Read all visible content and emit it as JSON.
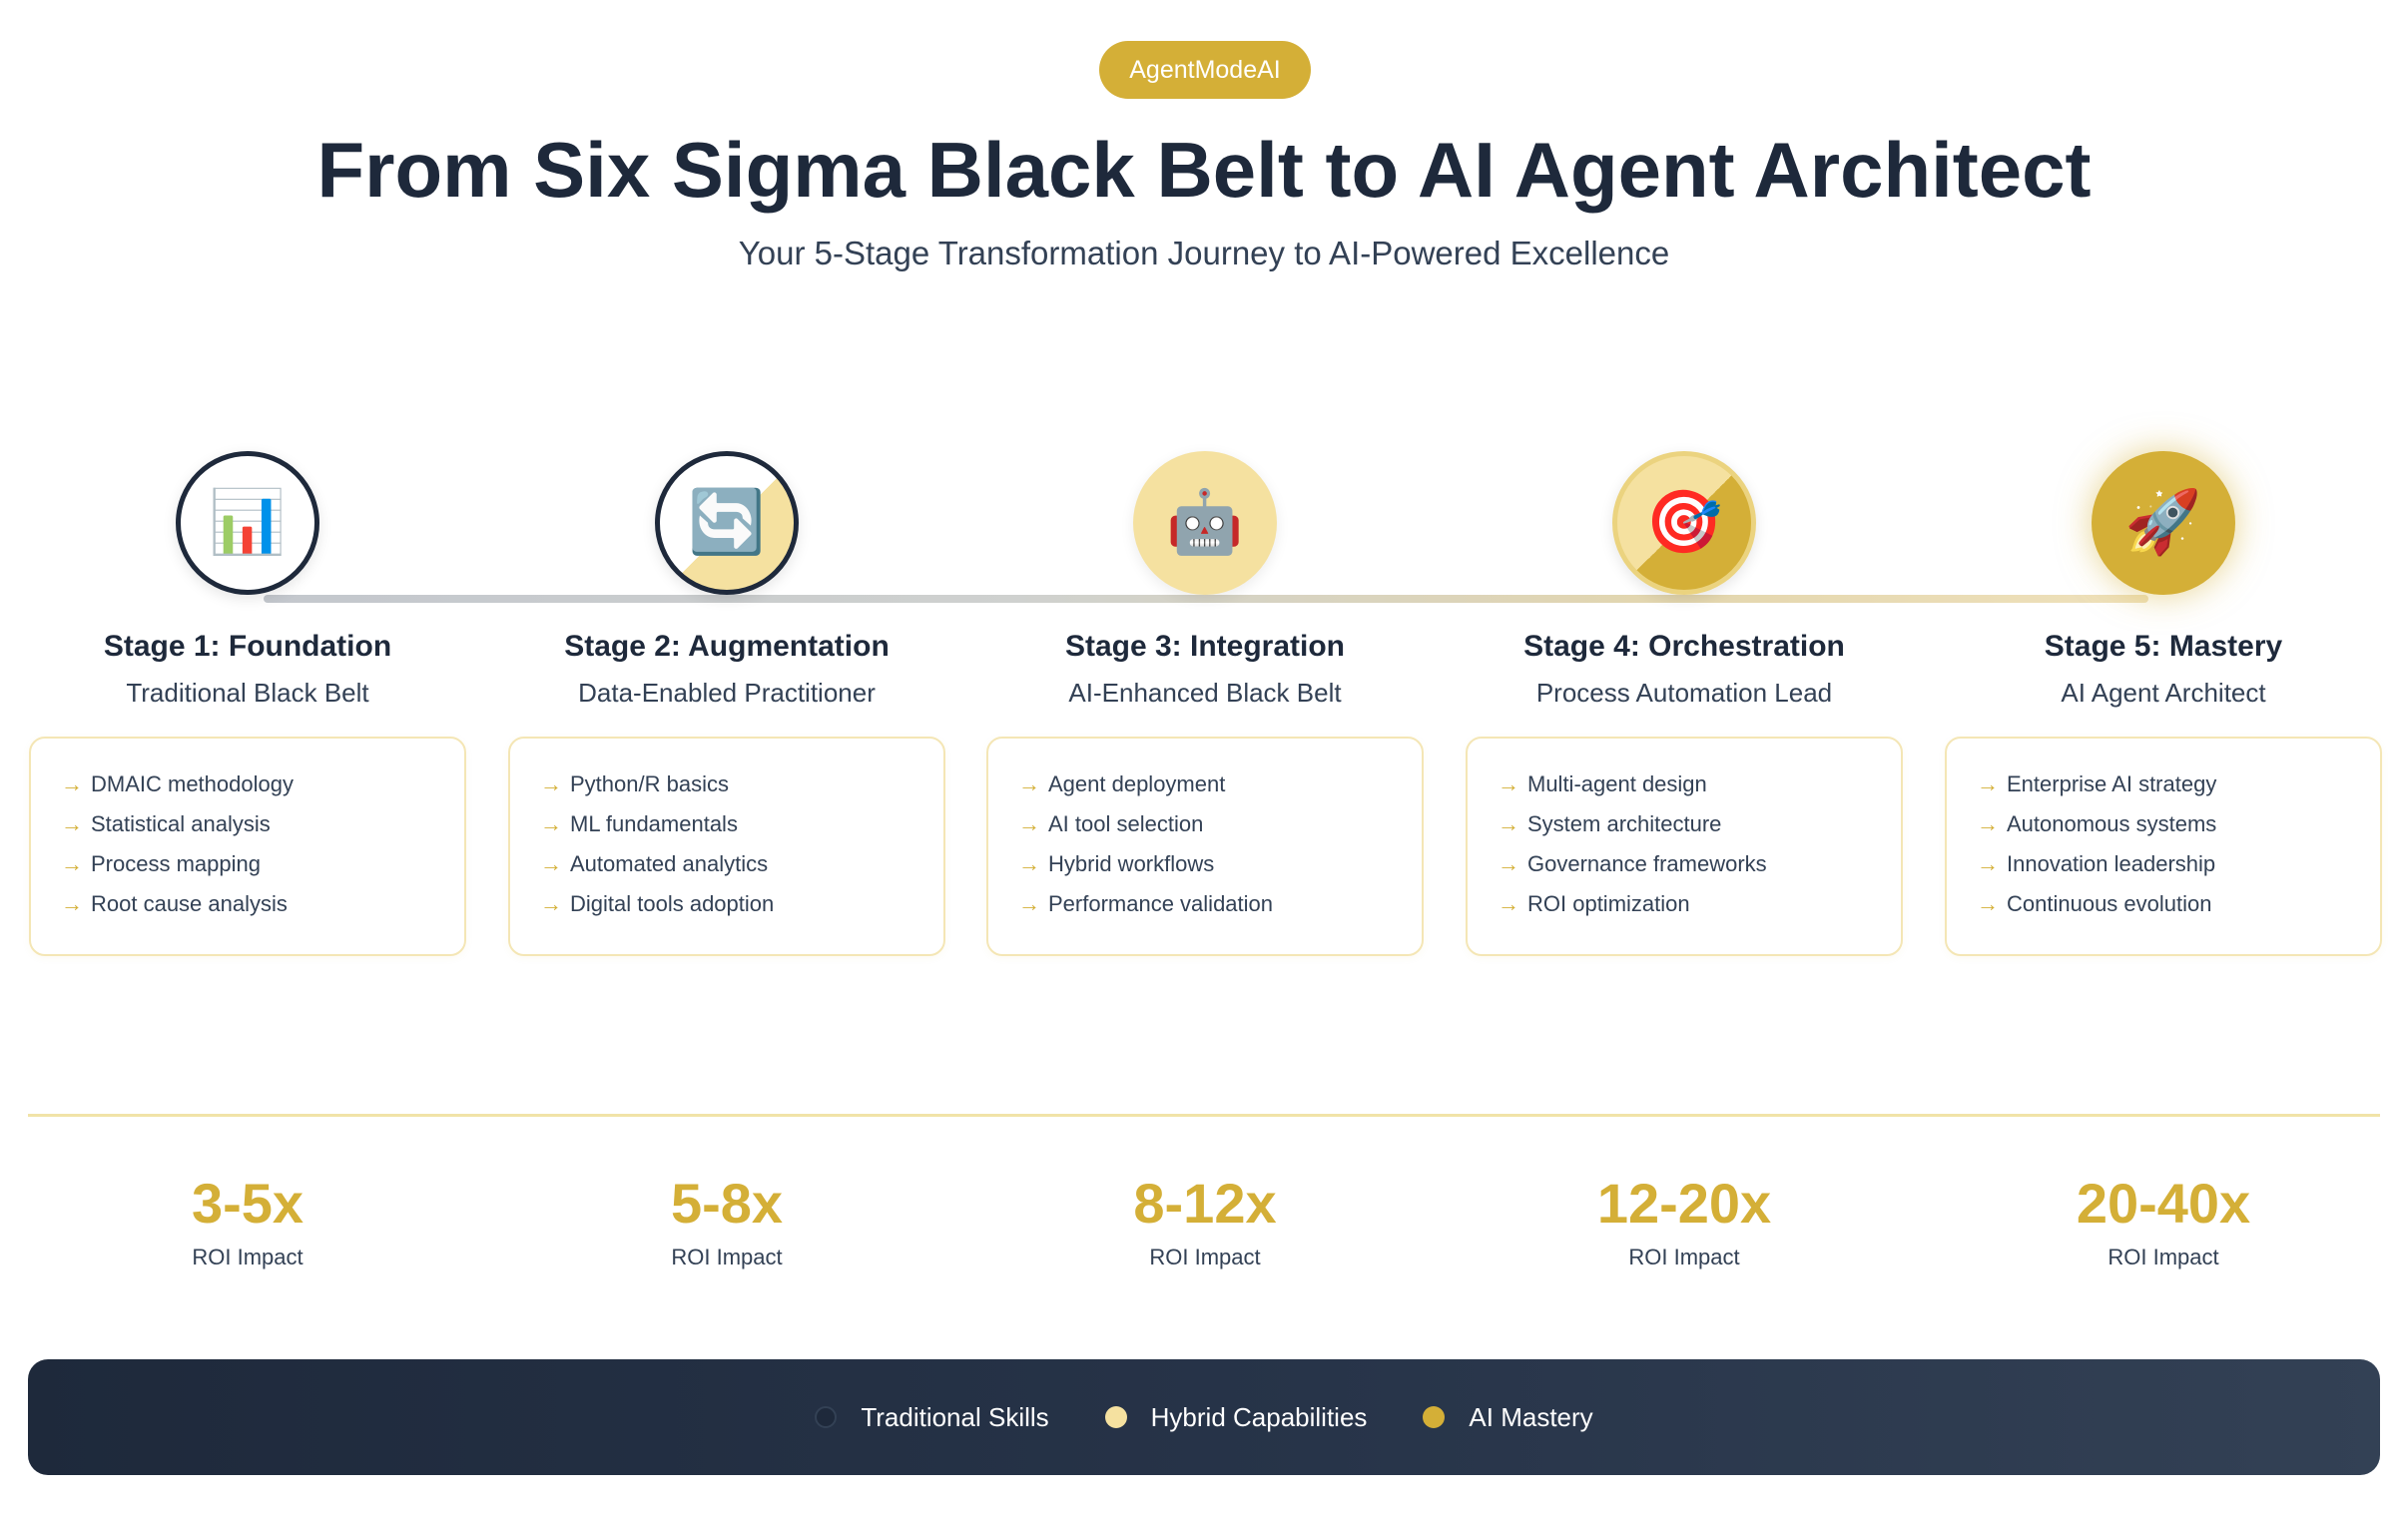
{
  "brand": {
    "badge_label": "AgentModeAI"
  },
  "header": {
    "title": "From Six Sigma Black Belt to AI Agent Architect",
    "subtitle": "Your 5-Stage Transformation Journey to AI-Powered Excellence"
  },
  "colors": {
    "navy": "#1e293b",
    "gold": "#d4af37",
    "light_gold": "#f5e1a0",
    "card_border": "#f4e6b5"
  },
  "stages": [
    {
      "icon": "📊",
      "icon_name": "bar-chart-icon",
      "name": "Stage 1: Foundation",
      "role": "Traditional Black Belt",
      "skills": [
        "DMAIC methodology",
        "Statistical analysis",
        "Process mapping",
        "Root cause analysis"
      ],
      "roi": "3-5x",
      "roi_label": "ROI Impact"
    },
    {
      "icon": "🔄",
      "icon_name": "refresh-icon",
      "name": "Stage 2: Augmentation",
      "role": "Data-Enabled Practitioner",
      "skills": [
        "Python/R basics",
        "ML fundamentals",
        "Automated analytics",
        "Digital tools adoption"
      ],
      "roi": "5-8x",
      "roi_label": "ROI Impact"
    },
    {
      "icon": "🤖",
      "icon_name": "robot-icon",
      "name": "Stage 3: Integration",
      "role": "AI-Enhanced Black Belt",
      "skills": [
        "Agent deployment",
        "AI tool selection",
        "Hybrid workflows",
        "Performance validation"
      ],
      "roi": "8-12x",
      "roi_label": "ROI Impact"
    },
    {
      "icon": "🎯",
      "icon_name": "target-icon",
      "name": "Stage 4: Orchestration",
      "role": "Process Automation Lead",
      "skills": [
        "Multi-agent design",
        "System architecture",
        "Governance frameworks",
        "ROI optimization"
      ],
      "roi": "12-20x",
      "roi_label": "ROI Impact"
    },
    {
      "icon": "🚀",
      "icon_name": "rocket-icon",
      "name": "Stage 5: Mastery",
      "role": "AI Agent Architect",
      "skills": [
        "Enterprise AI strategy",
        "Autonomous systems",
        "Innovation leadership",
        "Continuous evolution"
      ],
      "roi": "20-40x",
      "roi_label": "ROI Impact"
    }
  ],
  "legend": [
    {
      "label": "Traditional Skills",
      "color": "#1e293b"
    },
    {
      "label": "Hybrid Capabilities",
      "color": "#f5e1a0"
    },
    {
      "label": "AI Mastery",
      "color": "#d4af37"
    }
  ]
}
